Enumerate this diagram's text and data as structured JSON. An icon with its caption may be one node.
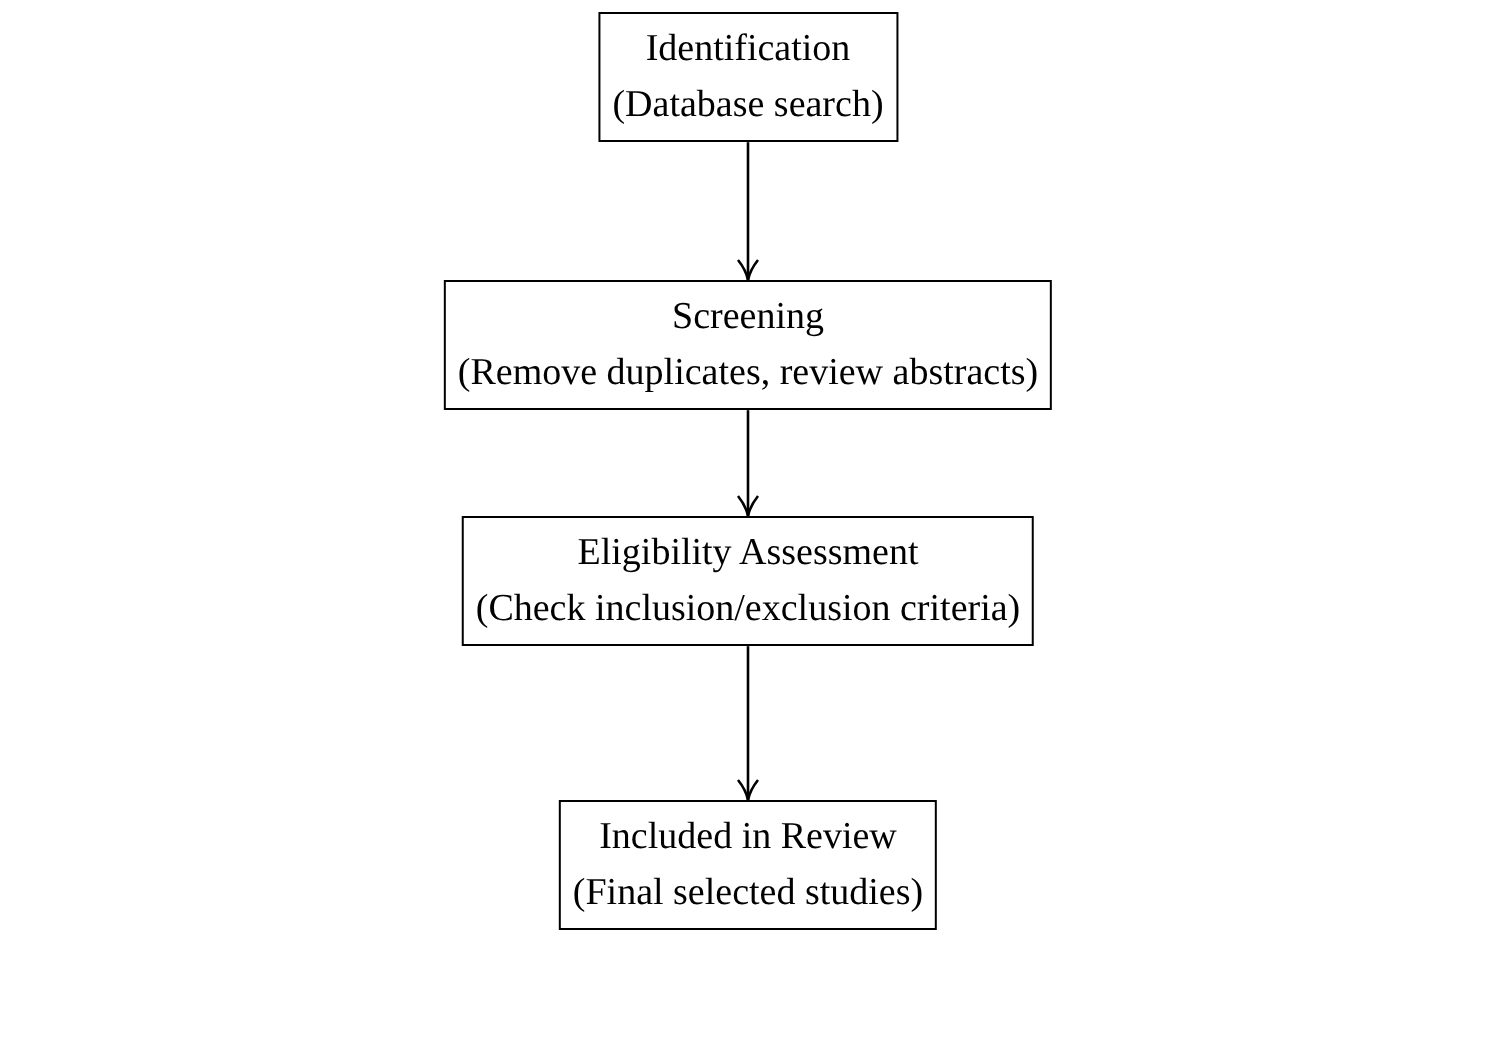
{
  "diagram": {
    "nodes": [
      {
        "text": [
          "Identification",
          "(Database search)"
        ]
      },
      {
        "text": [
          "Screening",
          "(Remove duplicates, review abstracts)"
        ]
      },
      {
        "text": [
          "Eligibility Assessment",
          "(Check inclusion/exclusion criteria)"
        ]
      },
      {
        "text": [
          "Included in Review",
          "(Final selected studies)"
        ]
      }
    ],
    "edges": [
      {
        "from": 0,
        "to": 1,
        "arrow": "to"
      },
      {
        "from": 1,
        "to": 2,
        "arrow": "to"
      },
      {
        "from": 2,
        "to": 3,
        "arrow": "to"
      }
    ]
  }
}
